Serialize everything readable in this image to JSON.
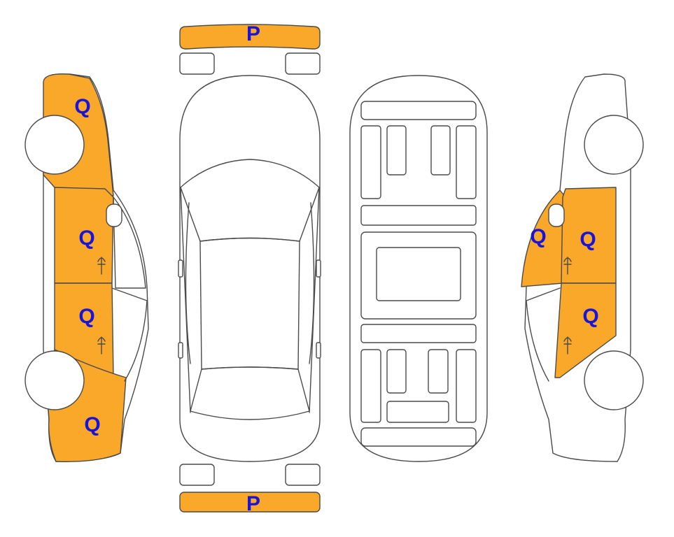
{
  "colors": {
    "highlight": "#f9a82a",
    "label": "#1a14d8",
    "outline": "#4a4a4a"
  },
  "labels": {
    "front_bumper": "P",
    "rear_bumper": "P",
    "left_front_fender": "Q",
    "left_front_door": "Q",
    "left_rear_door": "Q",
    "left_rear_quarter": "Q",
    "right_pillar": "Q",
    "right_front_door": "Q",
    "right_rear_door": "Q"
  }
}
